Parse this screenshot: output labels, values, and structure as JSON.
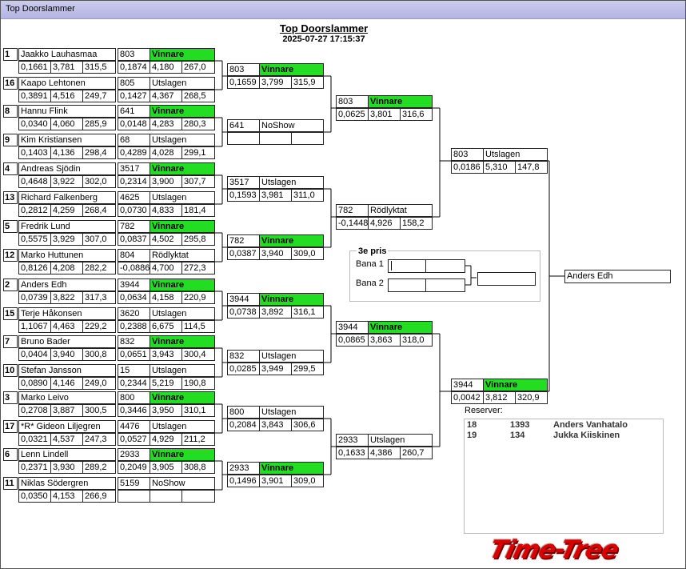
{
  "window": {
    "title": "Top Doorslammer"
  },
  "header": {
    "title": "Top Doorslammer",
    "datetime": "2025-07-27 17:15:37"
  },
  "colors": {
    "winner": "#22dd22",
    "logo": "#d80000"
  },
  "round1": [
    {
      "seed": "1",
      "name": "Jaakko Lauhasmaa",
      "rt": "0,1661",
      "et": "3,781",
      "speed": "315,5",
      "id": "803",
      "result": "Vinnare",
      "rt2": "0,1874",
      "et2": "4,180",
      "speed2": "267,0"
    },
    {
      "seed": "16",
      "name": "Kaapo Lehtonen",
      "rt": "0,3891",
      "et": "4,516",
      "speed": "249,7",
      "id": "805",
      "result": "Utslagen",
      "rt2": "0,1427",
      "et2": "4,367",
      "speed2": "268,5"
    },
    {
      "seed": "8",
      "name": "Hannu Flink",
      "rt": "0,0340",
      "et": "4,060",
      "speed": "285,9",
      "id": "641",
      "result": "Vinnare",
      "rt2": "0,0148",
      "et2": "4,283",
      "speed2": "280,3"
    },
    {
      "seed": "9",
      "name": "Kim Kristiansen",
      "rt": "0,1403",
      "et": "4,136",
      "speed": "298,4",
      "id": "68",
      "result": "Utslagen",
      "rt2": "0,4289",
      "et2": "4,028",
      "speed2": "299,1"
    },
    {
      "seed": "4",
      "name": "Andreas Sjödin",
      "rt": "0,4648",
      "et": "3,922",
      "speed": "302,0",
      "id": "3517",
      "result": "Vinnare",
      "rt2": "0,2314",
      "et2": "3,900",
      "speed2": "307,7"
    },
    {
      "seed": "13",
      "name": "Richard Falkenberg",
      "rt": "0,2812",
      "et": "4,259",
      "speed": "268,4",
      "id": "4625",
      "result": "Utslagen",
      "rt2": "0,0730",
      "et2": "4,833",
      "speed2": "181,4"
    },
    {
      "seed": "5",
      "name": "Fredrik Lund",
      "rt": "0,5575",
      "et": "3,929",
      "speed": "307,0",
      "id": "782",
      "result": "Vinnare",
      "rt2": "0,0837",
      "et2": "4,502",
      "speed2": "295,8"
    },
    {
      "seed": "12",
      "name": "Marko Huttunen",
      "rt": "0,8126",
      "et": "4,208",
      "speed": "282,2",
      "id": "804",
      "result": "Rödlyktat",
      "rt2": "-0,0886",
      "et2": "4,700",
      "speed2": "272,3"
    },
    {
      "seed": "2",
      "name": "Anders Edh",
      "rt": "0,0739",
      "et": "3,822",
      "speed": "317,3",
      "id": "3944",
      "result": "Vinnare",
      "rt2": "0,0634",
      "et2": "4,158",
      "speed2": "220,9"
    },
    {
      "seed": "15",
      "name": "Terje Håkonsen",
      "rt": "1,1067",
      "et": "4,463",
      "speed": "229,2",
      "id": "3620",
      "result": "Utslagen",
      "rt2": "0,2388",
      "et2": "6,675",
      "speed2": "114,5"
    },
    {
      "seed": "7",
      "name": "Bruno Bader",
      "rt": "0,0404",
      "et": "3,940",
      "speed": "300,8",
      "id": "832",
      "result": "Vinnare",
      "rt2": "0,0651",
      "et2": "3,943",
      "speed2": "300,4"
    },
    {
      "seed": "10",
      "name": "Stefan Jansson",
      "rt": "0,0890",
      "et": "4,146",
      "speed": "249,0",
      "id": "15",
      "result": "Utslagen",
      "rt2": "0,2344",
      "et2": "5,219",
      "speed2": "190,8"
    },
    {
      "seed": "3",
      "name": "Marko Leivo",
      "rt": "0,2708",
      "et": "3,887",
      "speed": "300,5",
      "id": "800",
      "result": "Vinnare",
      "rt2": "0,3446",
      "et2": "3,950",
      "speed2": "310,1"
    },
    {
      "seed": "17",
      "name": "*R* Gideon Liljegren",
      "rt": "0,0321",
      "et": "4,537",
      "speed": "247,3",
      "id": "4476",
      "result": "Utslagen",
      "rt2": "0,0527",
      "et2": "4,929",
      "speed2": "211,2"
    },
    {
      "seed": "6",
      "name": "Lenn Lindell",
      "rt": "0,2371",
      "et": "3,930",
      "speed": "289,2",
      "id": "2933",
      "result": "Vinnare",
      "rt2": "0,2049",
      "et2": "3,905",
      "speed2": "308,8"
    },
    {
      "seed": "11",
      "name": "Niklas Södergren",
      "rt": "0,0350",
      "et": "4,153",
      "speed": "266,9",
      "id": "5159",
      "result": "NoShow",
      "rt2": "",
      "et2": "",
      "speed2": ""
    }
  ],
  "round2": [
    {
      "id": "803",
      "result": "Vinnare",
      "rt": "0,1659",
      "et": "3,799",
      "speed": "315,9"
    },
    {
      "id": "641",
      "result": "NoShow",
      "rt": "",
      "et": "",
      "speed": ""
    },
    {
      "id": "3517",
      "result": "Utslagen",
      "rt": "0,1593",
      "et": "3,981",
      "speed": "311,0"
    },
    {
      "id": "782",
      "result": "Vinnare",
      "rt": "0,0387",
      "et": "3,940",
      "speed": "309,0"
    },
    {
      "id": "3944",
      "result": "Vinnare",
      "rt": "0,0738",
      "et": "3,892",
      "speed": "316,1"
    },
    {
      "id": "832",
      "result": "Utslagen",
      "rt": "0,0285",
      "et": "3,949",
      "speed": "299,5"
    },
    {
      "id": "800",
      "result": "Utslagen",
      "rt": "0,2084",
      "et": "3,843",
      "speed": "306,6"
    },
    {
      "id": "2933",
      "result": "Vinnare",
      "rt": "0,1496",
      "et": "3,901",
      "speed": "309,0"
    }
  ],
  "round3": [
    {
      "id": "803",
      "result": "Vinnare",
      "rt": "0,0625",
      "et": "3,801",
      "speed": "316,6"
    },
    {
      "id": "782",
      "result": "Rödlyktat",
      "rt": "-0,1448",
      "et": "4,926",
      "speed": "158,2"
    },
    {
      "id": "3944",
      "result": "Vinnare",
      "rt": "0,0865",
      "et": "3,863",
      "speed": "318,0"
    },
    {
      "id": "2933",
      "result": "Utslagen",
      "rt": "0,1633",
      "et": "4,386",
      "speed": "260,7"
    }
  ],
  "round4": [
    {
      "id": "803",
      "result": "Utslagen",
      "rt": "0,0186",
      "et": "5,310",
      "speed": "147,8"
    },
    {
      "id": "3944",
      "result": "Vinnare",
      "rt": "0,0042",
      "et": "3,812",
      "speed": "320,9"
    }
  ],
  "champion": "Anders Edh",
  "bronze": {
    "title": "3e pris",
    "lane1": "Bana 1",
    "lane2": "Bana 2"
  },
  "reserves": {
    "title": "Reserver:",
    "list": [
      {
        "pos": "18",
        "id": "1393",
        "name": "Anders Vanhatalo"
      },
      {
        "pos": "19",
        "id": "134",
        "name": "Jukka Kiiskinen"
      }
    ]
  },
  "logo": {
    "text": "Time-Tree"
  }
}
